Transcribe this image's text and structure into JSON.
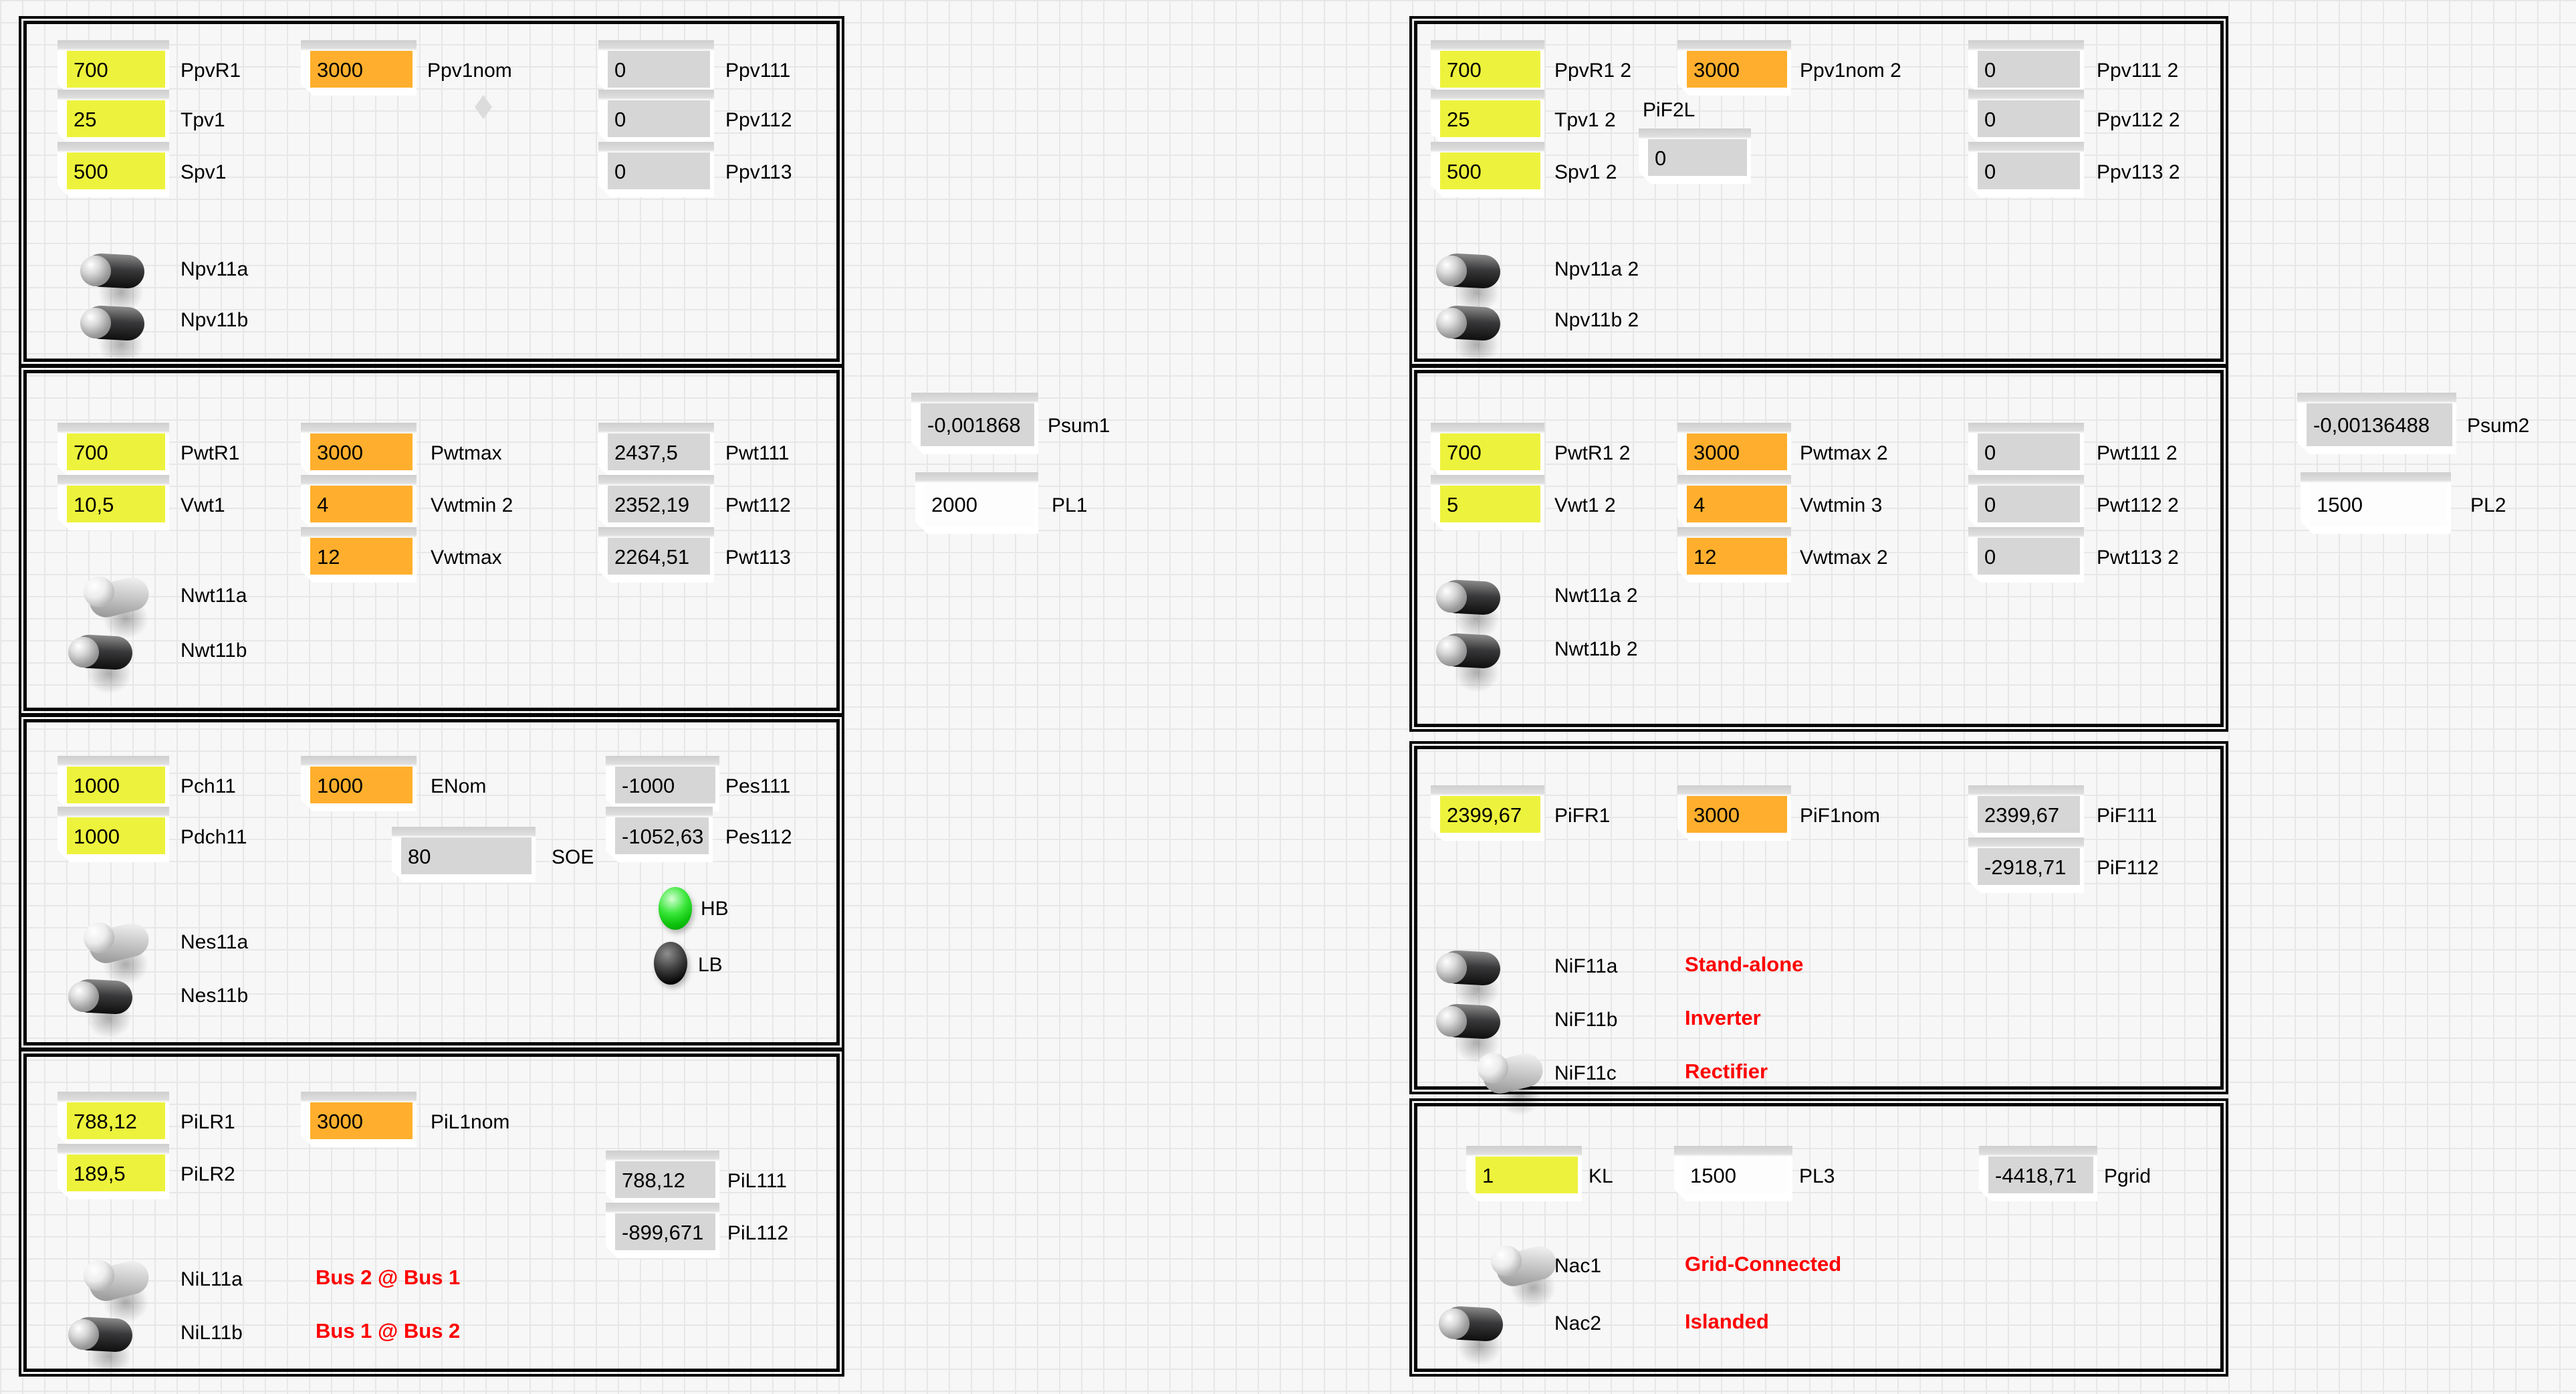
{
  "colors": {
    "control_yellow": "#edf33c",
    "control_orange": "#ffaf2d",
    "indicator_gray": "#d6d6d6",
    "field_white": "#fdfdfd",
    "alert_red": "#fe0000",
    "led_green": "#1ecb1e",
    "led_off": "#0a0a0a"
  },
  "panels": {
    "pv1": {
      "PpvR1": {
        "v": "700",
        "l": "PpvR1"
      },
      "Tpv1": {
        "v": "25",
        "l": "Tpv1"
      },
      "Spv1": {
        "v": "500",
        "l": "Spv1"
      },
      "Ppv1nom": {
        "v": "3000",
        "l": "Ppv1nom"
      },
      "Ppv111": {
        "v": "0",
        "l": "Ppv111"
      },
      "Ppv112": {
        "v": "0",
        "l": "Ppv112"
      },
      "Ppv113": {
        "v": "0",
        "l": "Ppv113"
      },
      "Npv11a": {
        "l": "Npv11a",
        "state": "down"
      },
      "Npv11b": {
        "l": "Npv11b",
        "state": "down"
      }
    },
    "wt1": {
      "PwtR1": {
        "v": "700",
        "l": "PwtR1"
      },
      "Vwt1": {
        "v": "10,5",
        "l": "Vwt1"
      },
      "Pwtmax": {
        "v": "3000",
        "l": "Pwtmax"
      },
      "Vwtmin2": {
        "v": "4",
        "l": "Vwtmin 2"
      },
      "Vwtmax": {
        "v": "12",
        "l": "Vwtmax"
      },
      "Pwt111": {
        "v": "2437,5",
        "l": "Pwt111"
      },
      "Pwt112": {
        "v": "2352,19",
        "l": "Pwt112"
      },
      "Pwt113": {
        "v": "2264,51",
        "l": "Pwt113"
      },
      "Nwt11a": {
        "l": "Nwt11a",
        "state": "up"
      },
      "Nwt11b": {
        "l": "Nwt11b",
        "state": "down"
      }
    },
    "es1": {
      "Pch11": {
        "v": "1000",
        "l": "Pch11"
      },
      "Pdch11": {
        "v": "1000",
        "l": "Pdch11"
      },
      "ENom": {
        "v": "1000",
        "l": "ENom"
      },
      "SOE": {
        "v": "80",
        "l": "SOE"
      },
      "Pes111": {
        "v": "-1000",
        "l": "Pes111"
      },
      "Pes112": {
        "v": "-1052,63",
        "l": "Pes112"
      },
      "HB": {
        "l": "HB",
        "state": "on"
      },
      "LB": {
        "l": "LB",
        "state": "off"
      },
      "Nes11a": {
        "l": "Nes11a",
        "state": "up"
      },
      "Nes11b": {
        "l": "Nes11b",
        "state": "down"
      }
    },
    "l1": {
      "PiLR1": {
        "v": "788,12",
        "l": "PiLR1"
      },
      "PiLR2": {
        "v": "189,5",
        "l": "PiLR2"
      },
      "PiL1nom": {
        "v": "3000",
        "l": "PiL1nom"
      },
      "PiL111": {
        "v": "788,12",
        "l": "PiL111"
      },
      "PiL112": {
        "v": "-899,671",
        "l": "PiL112"
      },
      "NiL11a": {
        "l": "NiL11a",
        "state": "up",
        "note": "Bus 2 @ Bus 1"
      },
      "NiL11b": {
        "l": "NiL11b",
        "state": "down",
        "note": "Bus 1 @ Bus 2"
      }
    },
    "sum1": {
      "Psum1": {
        "v": "-0,001868",
        "l": "Psum1"
      },
      "PL1": {
        "v": "2000",
        "l": "PL1"
      }
    },
    "pv2": {
      "PpvR1": {
        "v": "700",
        "l": "PpvR1 2"
      },
      "Tpv1": {
        "v": "25",
        "l": "Tpv1 2"
      },
      "Spv1": {
        "v": "500",
        "l": "Spv1 2"
      },
      "PiF2L": {
        "v": "0",
        "l": "PiF2L"
      },
      "Ppv1nom": {
        "v": "3000",
        "l": "Ppv1nom 2"
      },
      "Ppv111": {
        "v": "0",
        "l": "Ppv111 2"
      },
      "Ppv112": {
        "v": "0",
        "l": "Ppv112 2"
      },
      "Ppv113": {
        "v": "0",
        "l": "Ppv113 2"
      },
      "Npv11a": {
        "l": "Npv11a 2",
        "state": "down"
      },
      "Npv11b": {
        "l": "Npv11b 2",
        "state": "down"
      }
    },
    "wt2": {
      "PwtR1": {
        "v": "700",
        "l": "PwtR1 2"
      },
      "Vwt1": {
        "v": "5",
        "l": "Vwt1 2"
      },
      "Pwtmax": {
        "v": "3000",
        "l": "Pwtmax 2"
      },
      "Vwtmin3": {
        "v": "4",
        "l": "Vwtmin 3"
      },
      "Vwtmax": {
        "v": "12",
        "l": "Vwtmax 2"
      },
      "Pwt111": {
        "v": "0",
        "l": "Pwt111 2"
      },
      "Pwt112": {
        "v": "0",
        "l": "Pwt112 2"
      },
      "Pwt113": {
        "v": "0",
        "l": "Pwt113 2"
      },
      "Nwt11a": {
        "l": "Nwt11a 2",
        "state": "down"
      },
      "Nwt11b": {
        "l": "Nwt11b 2",
        "state": "down"
      }
    },
    "f1": {
      "PiFR1": {
        "v": "2399,67",
        "l": "PiFR1"
      },
      "PiF1nom": {
        "v": "3000",
        "l": "PiF1nom"
      },
      "PiF111": {
        "v": "2399,67",
        "l": "PiF111"
      },
      "PiF112": {
        "v": "-2918,71",
        "l": "PiF112"
      },
      "NiF11a": {
        "l": "NiF11a",
        "state": "down",
        "note": "Stand-alone"
      },
      "NiF11b": {
        "l": "NiF11b",
        "state": "down",
        "note": "Inverter"
      },
      "NiF11c": {
        "l": "NiF11c",
        "state": "up",
        "note": "Rectifier"
      }
    },
    "ac": {
      "KL": {
        "v": "1",
        "l": "KL"
      },
      "PL3": {
        "v": "1500",
        "l": "PL3"
      },
      "Pgrid": {
        "v": "-4418,71",
        "l": "Pgrid"
      },
      "Nac1": {
        "l": "Nac1",
        "state": "up",
        "note": "Grid-Connected"
      },
      "Nac2": {
        "l": "Nac2",
        "state": "down",
        "note": "Islanded"
      }
    },
    "sum2": {
      "Psum2": {
        "v": "-0,00136488",
        "l": "Psum2"
      },
      "PL2": {
        "v": "1500",
        "l": "PL2"
      }
    }
  }
}
